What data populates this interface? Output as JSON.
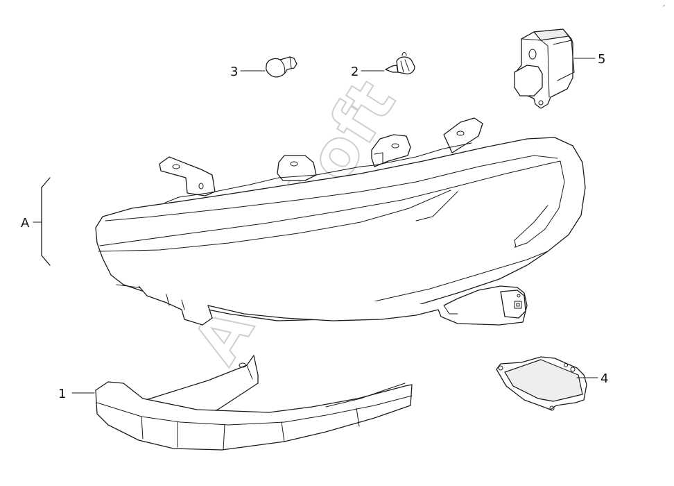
{
  "callouts": {
    "part_1": "1",
    "part_2": "2",
    "part_3": "3",
    "part_4": "4",
    "part_5": "5",
    "assembly_a": "A"
  },
  "watermark": "AutoSoft"
}
